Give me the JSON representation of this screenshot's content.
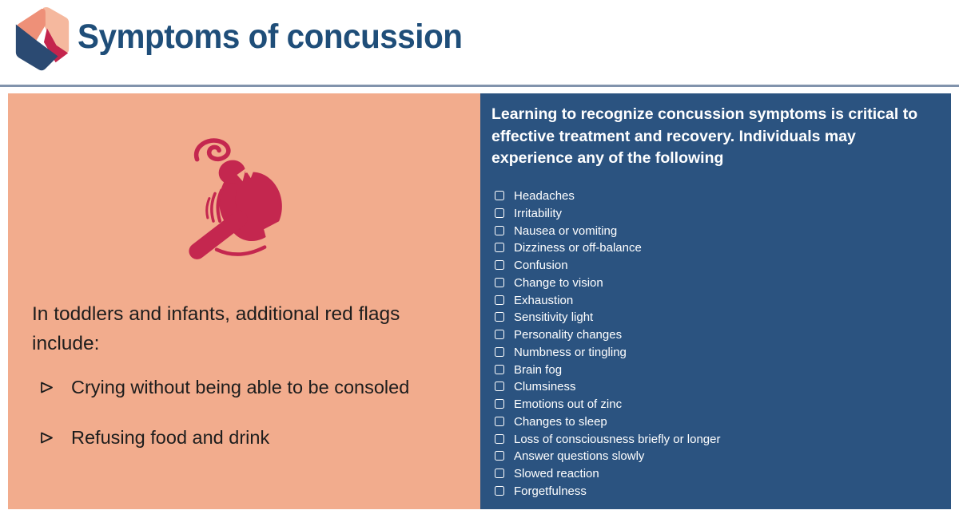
{
  "page": {
    "background": "#FFFFFF"
  },
  "header": {
    "title": "Symptoms of concussion",
    "logo_icon": "brand-hexagon-logo"
  },
  "left_panel": {
    "background": "#F2AC8D",
    "icon": "dizzy-person",
    "intro": "In toddlers and infants, additional red flags include:",
    "bullet_icon": "arrowhead-right",
    "bullets": [
      "Crying without being able to be consoled",
      "Refusing food and drink"
    ]
  },
  "right_panel": {
    "background": "#2B5380",
    "heading": "Learning to recognize concussion symptoms is critical to effective treatment and recovery. Individuals may experience any of the following",
    "item_icon": "checkbox-square",
    "symptoms": [
      "Headaches",
      "Irritability",
      "Nausea or vomiting",
      "Dizziness or off-balance",
      "Confusion",
      "Change to vision",
      "Exhaustion",
      "Sensitivity light",
      "Personality changes",
      "Numbness or tingling",
      "Brain fog",
      "Clumsiness",
      "Emotions out of zinc",
      "Changes to sleep",
      "Loss of consciousness briefly or longer",
      "Answer questions slowly",
      "Slowed reaction",
      "Forgetfulness"
    ]
  },
  "colors": {
    "title_navy": "#1F4E79",
    "panel_navy": "#2B5380",
    "panel_salmon": "#F2AC8D",
    "crimson": "#C4274F",
    "divider": "#8193AC",
    "body_text": "#1D1D1D"
  }
}
